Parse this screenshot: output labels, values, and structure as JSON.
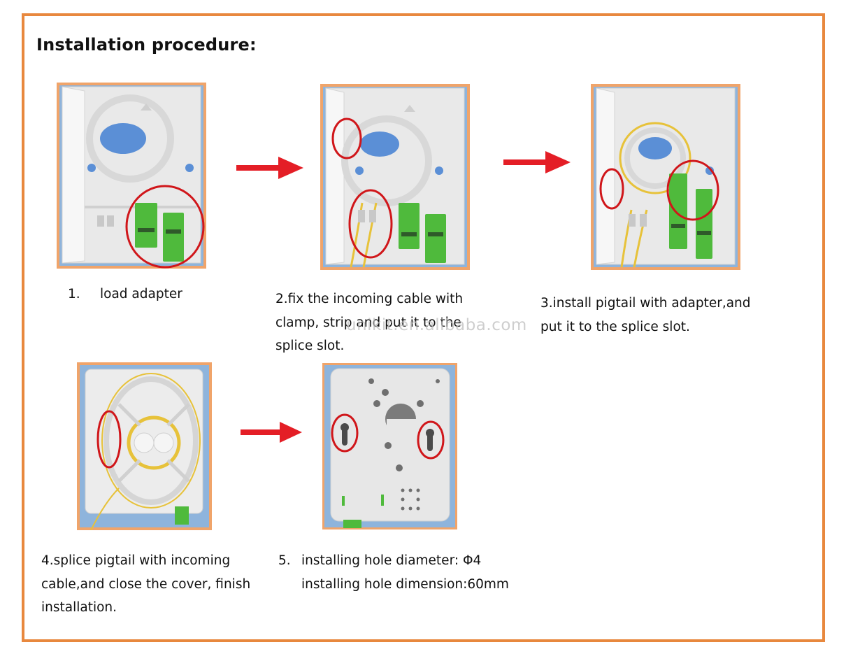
{
  "title": "Installation procedure:",
  "watermark": "unikit.en.alibaba.com",
  "colors": {
    "frame": "#e8883e",
    "photo_border": "#f0a46a",
    "backdrop": "#8eb4dc",
    "circle": "#d0161a",
    "arrow": "#e41e26",
    "adapter": "#4fba3c",
    "fiber": "#e7c23a"
  },
  "steps": [
    {
      "num": "1.",
      "text": "load adapter"
    },
    {
      "line1": "2.fix  the  incoming  cable  with",
      "line2": "clamp,  strip  and  put  it  to  the",
      "line3": "splice slot."
    },
    {
      "line1": "3.install  pigtail  with  adapter,and",
      "line2": "put it to the splice slot."
    },
    {
      "line1": "4.splice   pigtail   with   incoming",
      "line2": "cable,and  close  the  cover,  finish",
      "line3": "installation."
    },
    {
      "num": "5.",
      "line1": "installing hole diameter: Φ4",
      "line2": "installing hole dimension:60mm"
    }
  ]
}
